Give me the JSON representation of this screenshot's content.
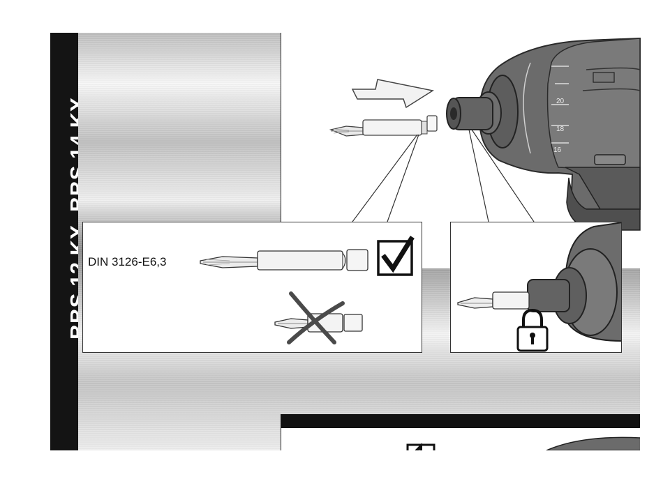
{
  "side_band": {
    "title": "BBS 12 KX, BBS 14 KX"
  },
  "callout_left": {
    "standard_label": "DIN 3126-E6,3",
    "correct_icon": "checkbox-checked-icon",
    "incorrect_icon": "cross-out-icon"
  },
  "callout_right": {
    "lock_icon": "padlock-icon"
  },
  "drill": {
    "clutch_marks": [
      "20",
      "18",
      "16"
    ]
  },
  "next_section": {
    "check_icon": "checkbox-checked-icon"
  }
}
